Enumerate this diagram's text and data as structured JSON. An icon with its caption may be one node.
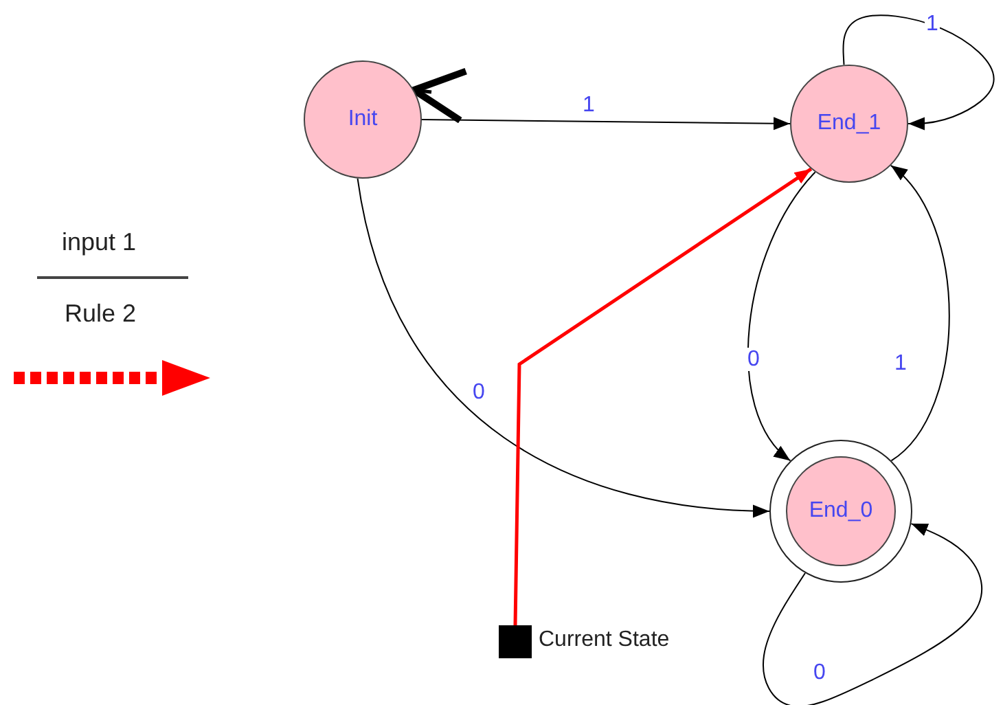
{
  "diagram": {
    "nodes": [
      {
        "text": [
          "Init"
        ]
      },
      {
        "text": [
          "End_1"
        ]
      },
      {
        "text": [
          "End_0"
        ]
      },
      {
        "text": [],
        "shape": "box",
        "beside": [
          "Current State"
        ]
      }
    ],
    "edges": [
      {
        "from": 0,
        "to": 1,
        "arrow": "to",
        "label": "1"
      },
      {
        "from": 0,
        "to": 2,
        "arrow": "to",
        "label": "0"
      },
      {
        "from": 1,
        "to": 1,
        "arrow": "to",
        "label": "1"
      },
      {
        "from": 1,
        "to": 2,
        "arrow": "to",
        "label": "0"
      },
      {
        "from": 2,
        "to": 1,
        "arrow": "to",
        "label": "1"
      },
      {
        "from": 2,
        "to": 2,
        "arrow": "to",
        "label": "0"
      },
      {
        "from": null,
        "to": 0,
        "arrow": "to",
        "style": "thick"
      },
      {
        "from": 3,
        "to": 1,
        "arrow": "to",
        "style": "thick",
        "color": "#ff0000"
      }
    ],
    "labels": [
      "input 1",
      "Rule 2"
    ]
  }
}
